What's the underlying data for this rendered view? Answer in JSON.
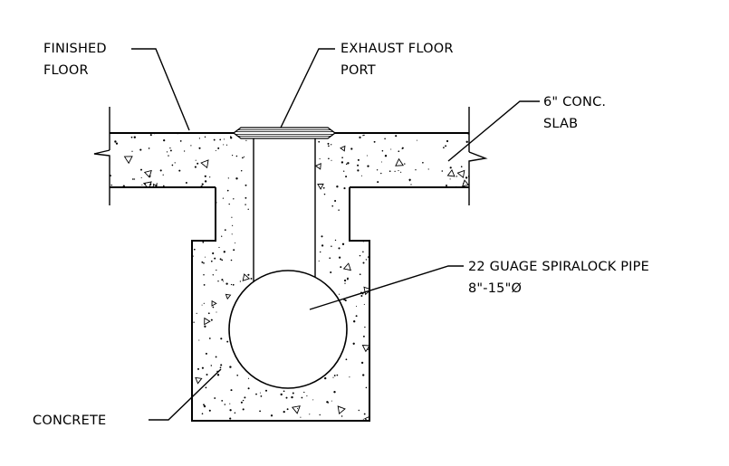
{
  "labels": {
    "finished_floor_1": "FINISHED",
    "finished_floor_2": "FLOOR",
    "exhaust_port_1": "EXHAUST FLOOR",
    "exhaust_port_2": "PORT",
    "slab_1": "6\" CONC.",
    "slab_2": "SLAB",
    "pipe_1": "22 GUAGE SPIRALOCK PIPE",
    "pipe_2": "8\"-15\"Ø",
    "concrete": "CONCRETE"
  }
}
